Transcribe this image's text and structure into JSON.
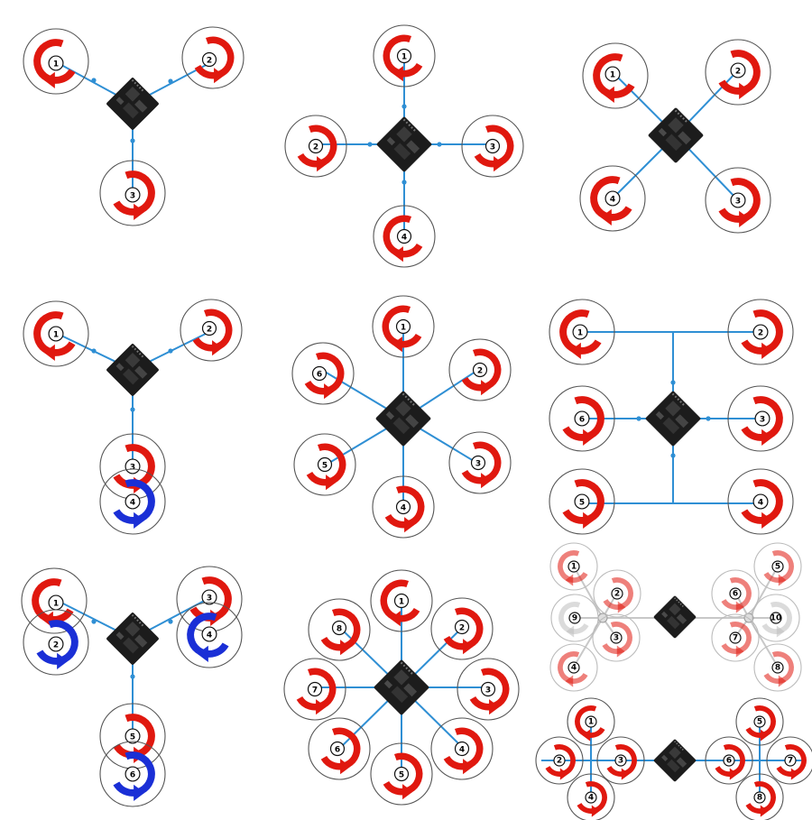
{
  "colors": {
    "arm": "#2f8fd4",
    "arm_grey": "#c8c8c8",
    "cw_arrow": "#e0180f",
    "ccw_arrow": "#1a2fd6",
    "ring": "#555555",
    "ring_light": "#bbbbbb",
    "board": "#1c1c1c"
  },
  "configs": [
    {
      "id": "tri",
      "motors": [
        "1",
        "2",
        "3"
      ]
    },
    {
      "id": "quad-plus",
      "motors": [
        "1",
        "2",
        "3",
        "4"
      ]
    },
    {
      "id": "quad-x",
      "motors": [
        "1",
        "2",
        "3",
        "4"
      ]
    },
    {
      "id": "y4",
      "motors": [
        "1",
        "2",
        "3",
        "4"
      ]
    },
    {
      "id": "hex-plus",
      "motors": [
        "1",
        "2",
        "3",
        "4",
        "5",
        "6"
      ]
    },
    {
      "id": "hex-h",
      "motors": [
        "1",
        "2",
        "3",
        "4",
        "5",
        "6"
      ]
    },
    {
      "id": "y6",
      "motors": [
        "1",
        "2",
        "3",
        "4",
        "5",
        "6"
      ]
    },
    {
      "id": "octo-plus",
      "motors": [
        "1",
        "2",
        "3",
        "4",
        "5",
        "6",
        "7",
        "8"
      ]
    },
    {
      "id": "deca-x",
      "motors": [
        "1",
        "2",
        "3",
        "4",
        "5",
        "6",
        "7",
        "8",
        "9",
        "10"
      ]
    },
    {
      "id": "octo-h",
      "motors": [
        "1",
        "2",
        "3",
        "4",
        "5",
        "6",
        "7",
        "8"
      ]
    }
  ]
}
